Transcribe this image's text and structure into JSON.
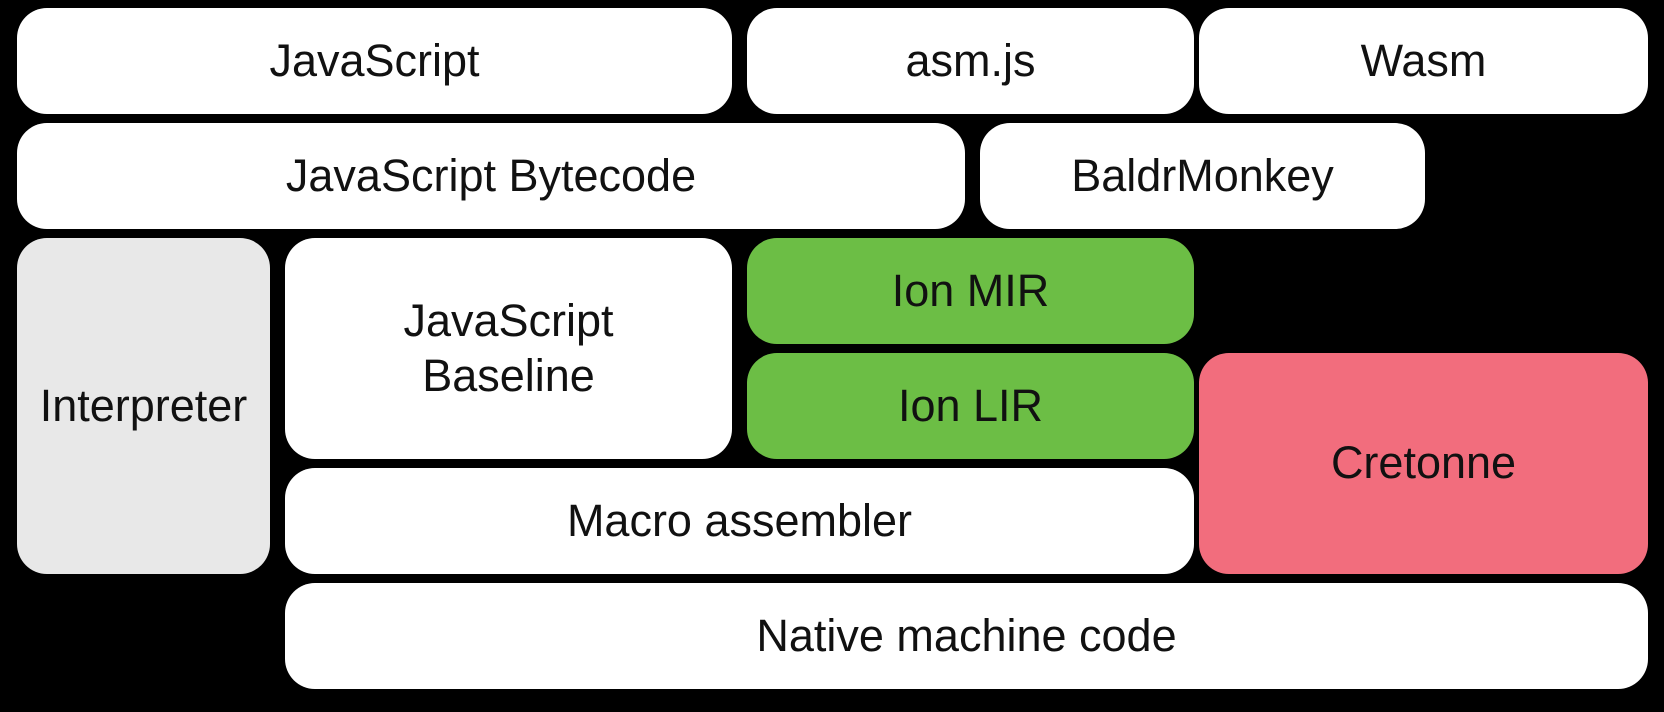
{
  "diagram": {
    "background": "#000000",
    "text_color": "#111111",
    "colors": {
      "default_block": "#ffffff",
      "interpreter_gray": "#e8e8e8",
      "ion_green": "#6cbe45",
      "cretonne_pink": "#f26d7d"
    },
    "blocks": {
      "javascript": {
        "label": "JavaScript",
        "color": "#ffffff"
      },
      "asmjs": {
        "label": "asm.js",
        "color": "#ffffff"
      },
      "wasm": {
        "label": "Wasm",
        "color": "#ffffff"
      },
      "bytecode": {
        "label": "JavaScript Bytecode",
        "color": "#ffffff"
      },
      "baldrmonkey": {
        "label": "BaldrMonkey",
        "color": "#ffffff"
      },
      "interpreter": {
        "label": "Interpreter",
        "color": "#e8e8e8"
      },
      "baseline": {
        "label": "JavaScript Baseline",
        "color": "#ffffff"
      },
      "ion_mir": {
        "label": "Ion MIR",
        "color": "#6cbe45"
      },
      "ion_lir": {
        "label": "Ion LIR",
        "color": "#6cbe45"
      },
      "cretonne": {
        "label": "Cretonne",
        "color": "#f26d7d"
      },
      "macro_assembler": {
        "label": "Macro assembler",
        "color": "#ffffff"
      },
      "native_machine_code": {
        "label": "Native machine code",
        "color": "#ffffff"
      }
    }
  }
}
